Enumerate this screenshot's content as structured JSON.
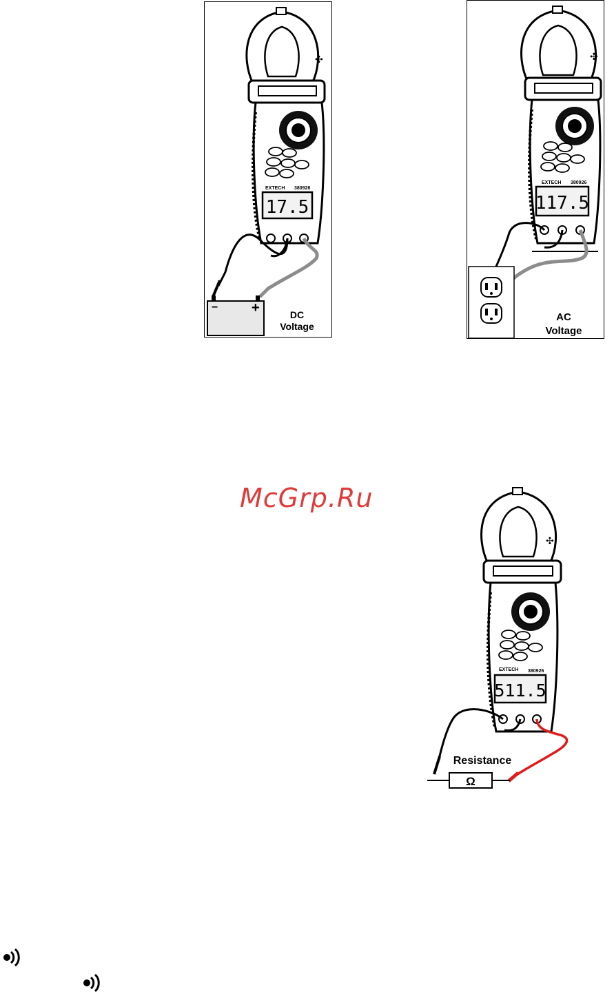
{
  "watermark": "McGrp.Ru",
  "meter_brand": "EXTECH",
  "meter_model": "380926",
  "dc_figure": {
    "reading": "17.5",
    "caption_line1": "DC",
    "caption_line2": "Voltage",
    "battery_neg": "−",
    "battery_pos": "+"
  },
  "ac_figure": {
    "reading": "117.5",
    "caption_line1": "AC",
    "caption_line2": "Voltage"
  },
  "resistance_figure": {
    "reading": "511.5",
    "caption": "Resistance",
    "resistor_symbol": "Ω"
  },
  "icons": [
    "continuity-icon",
    "continuity-icon"
  ],
  "colors": {
    "probe_red": "#e01b1b",
    "probe_gray": "#8c8c8c",
    "lcd": "#f2f2f2"
  }
}
